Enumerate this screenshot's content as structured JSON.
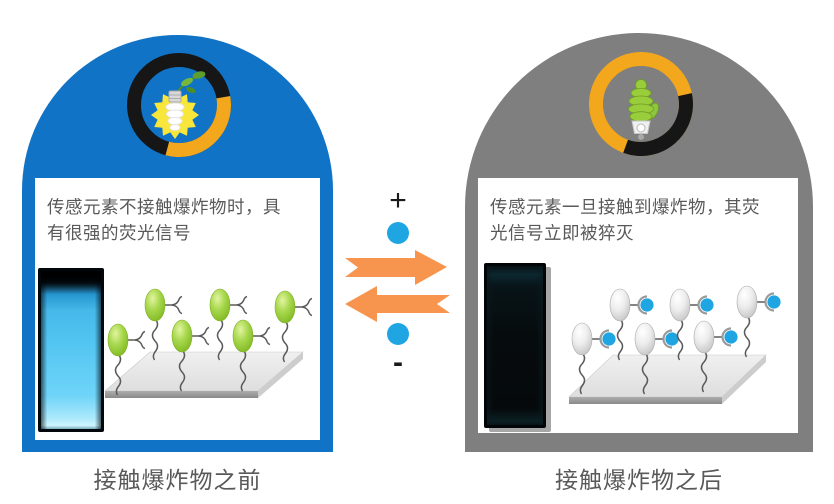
{
  "left_panel": {
    "description": "传感元素不接触爆炸物时，具有很强的荧光信号",
    "caption": "接触爆炸物之前",
    "sensor_units": 6,
    "sensor_state": "fluorescent-green",
    "cuvette_state": "bright-blue-glow"
  },
  "right_panel": {
    "description": "传感元素一旦接触到爆炸物，其荧光信号立即被猝灭",
    "caption": "接触爆炸物之后",
    "sensor_units": 6,
    "sensor_state": "quenched-gray-with-analyte",
    "cuvette_state": "dark-quenched"
  },
  "middle": {
    "plus_label": "+",
    "minus_label": "-"
  },
  "icons": {
    "left_logo": "eco-bulb-glowing-icon",
    "right_logo": "eco-bulb-quenched-icon",
    "forward_arrow": "right-arrow-icon",
    "reverse_arrow": "left-arrow-icon",
    "analyte": "blue-dot"
  },
  "colors": {
    "blue-dome": "#1173C6",
    "gray-dome": "#7F7F7F",
    "arrow-orange": "#F7954F",
    "dot-blue": "#1FA6E2",
    "text-gray": "#595959",
    "ring-black": "#161616",
    "ring-yellow": "#F2A71C"
  }
}
